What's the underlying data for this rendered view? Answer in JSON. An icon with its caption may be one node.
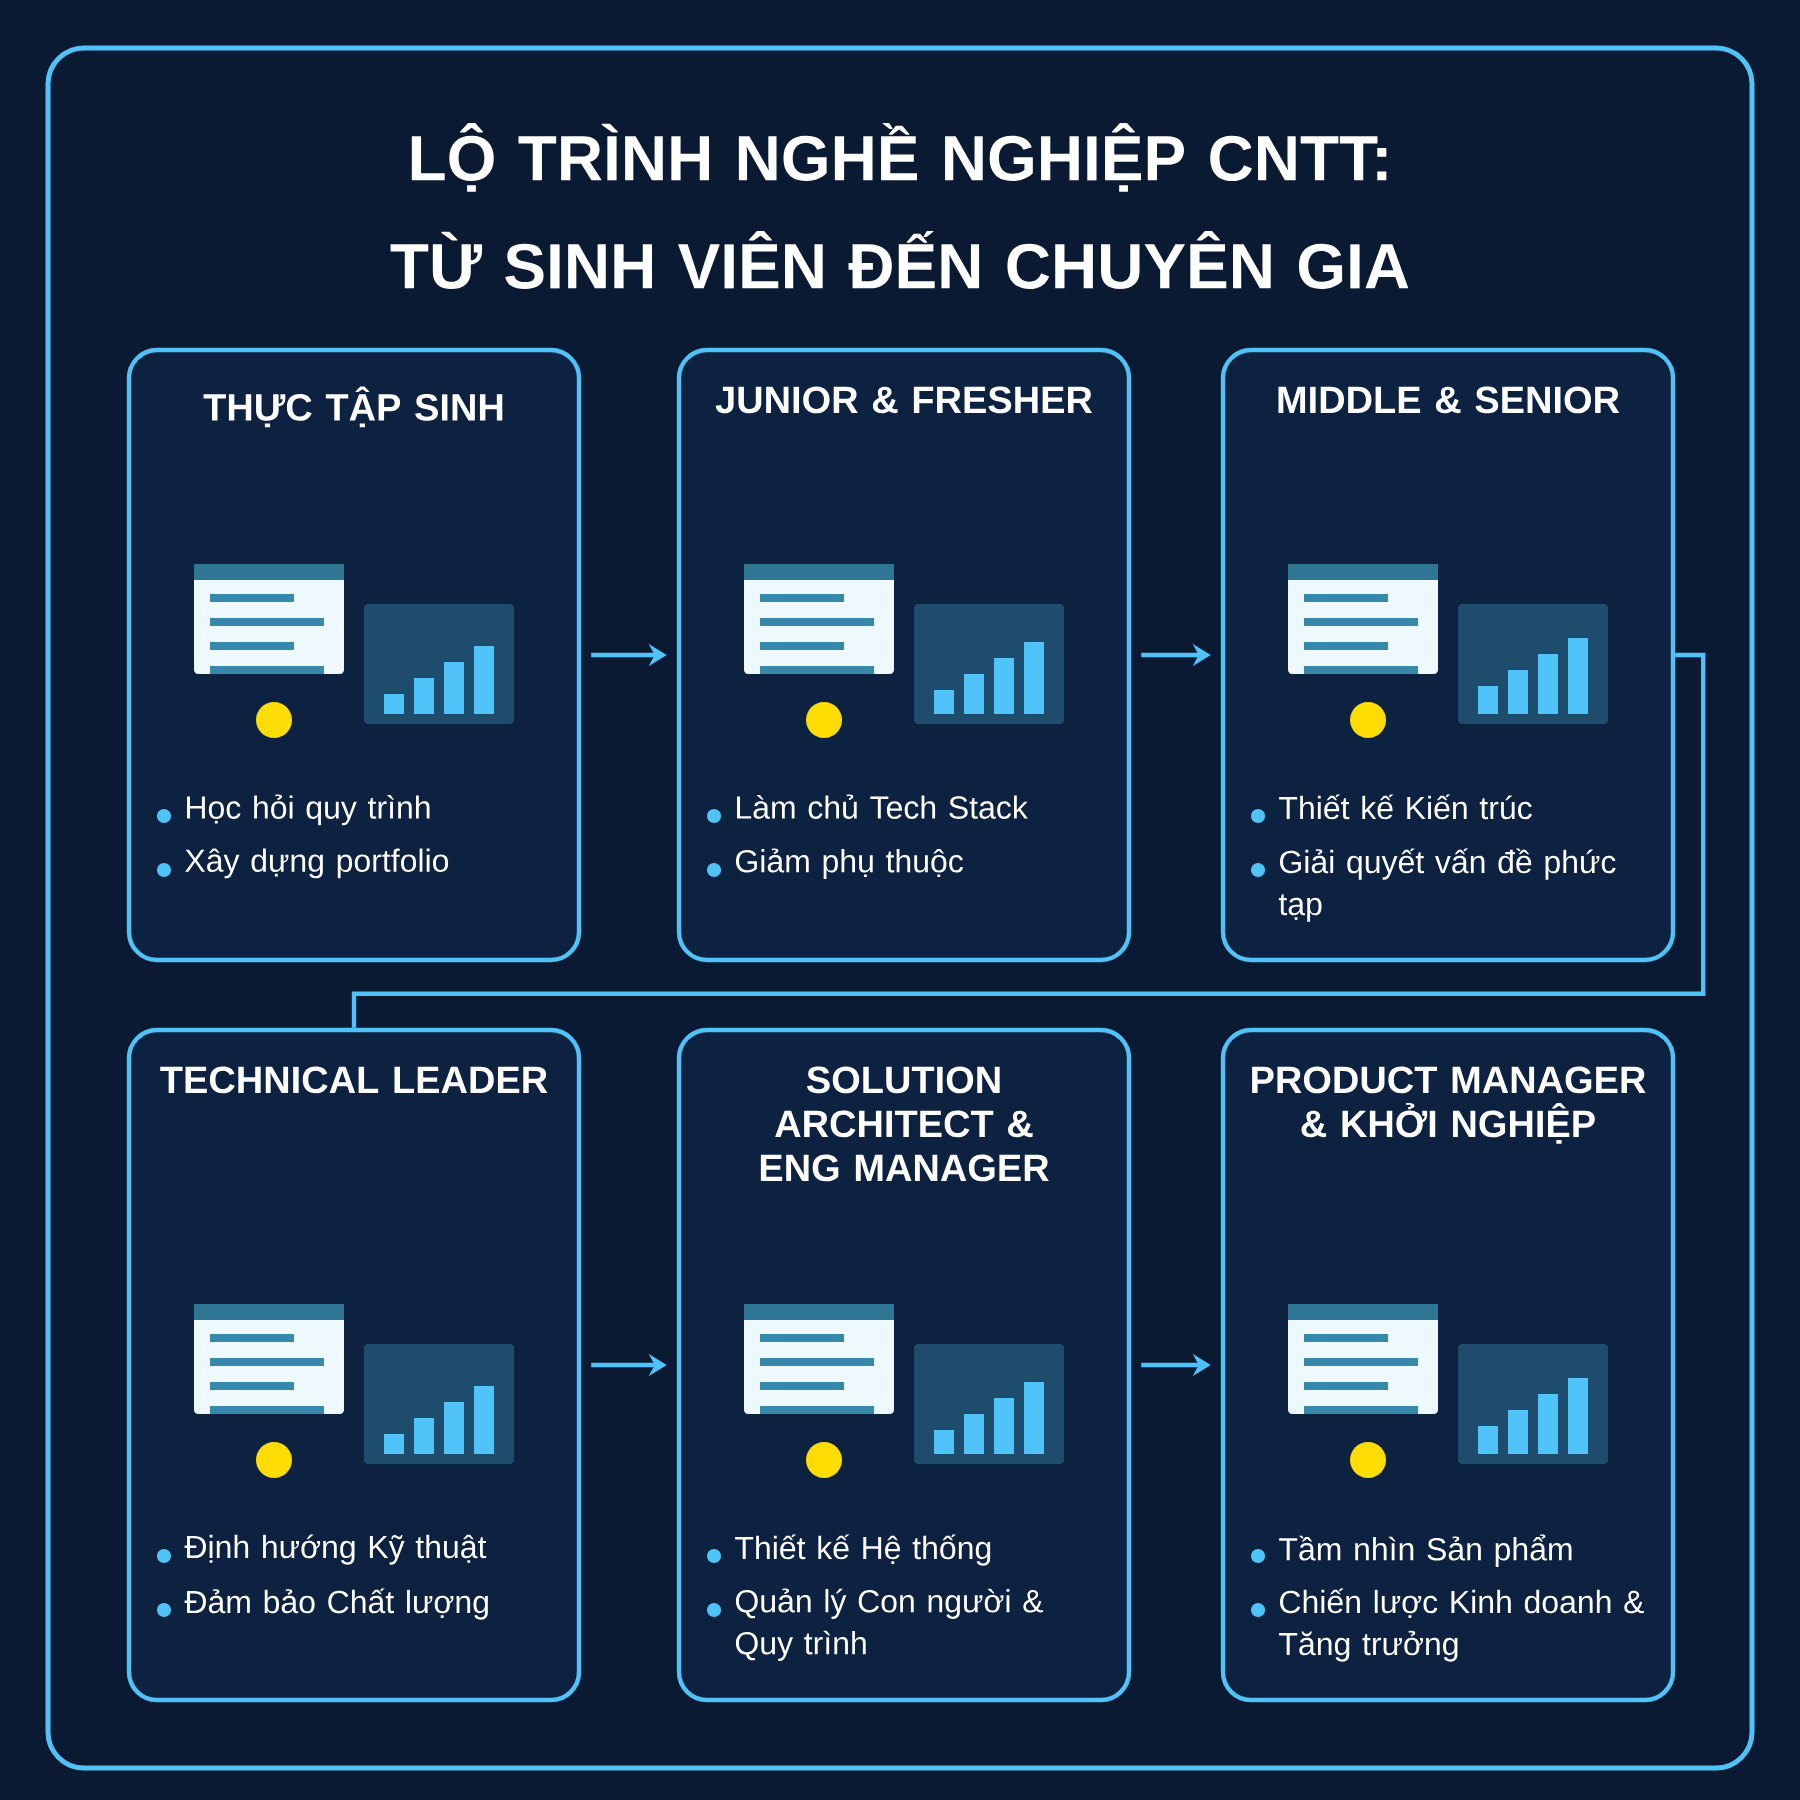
{
  "diagram": {
    "title": "LỘ TRÌNH NGHỀ NGHIỆP CNTT: TỪ SINH VIÊN ĐẾN CHUYÊN GIA",
    "nodes": [
      {
        "text": [
          "THỰC TẬP SINH",
          "Học hỏi quy trình",
          "Xây dựng portfolio"
        ]
      },
      {
        "text": [
          "JUNIOR & FRESHER",
          "Làm chủ Tech Stack",
          "Giảm phụ thuộc"
        ]
      },
      {
        "text": [
          "MIDDLE & SENIOR",
          "Thiết kế Kiến trúc",
          "Giải quyết vấn đề phức tạp"
        ]
      },
      {
        "text": [
          "TECHNICAL LEADER",
          "Định hướng Kỹ thuật",
          "Đảm bảo Chất lượng"
        ]
      },
      {
        "text": [
          "SOLUTION ARCHITECT & ENG MANAGER",
          "Thiết kế Hệ thống",
          "Quản lý Con người & Quy trình"
        ]
      },
      {
        "text": [
          "PRODUCT MANAGER & KHỞI NGHIỆP",
          "Tầm nhìn Sản phẩm",
          "Chiến lược Kinh doanh & Tăng trưởng"
        ]
      }
    ],
    "edges": [
      {
        "from": 0,
        "to": 1,
        "arrow": "to"
      },
      {
        "from": 1,
        "to": 2,
        "arrow": "to"
      },
      {
        "from": 2,
        "to": 3,
        "arrow": "none"
      },
      {
        "from": 3,
        "to": 4,
        "arrow": "to"
      },
      {
        "from": 4,
        "to": 5,
        "arrow": "to"
      }
    ]
  }
}
